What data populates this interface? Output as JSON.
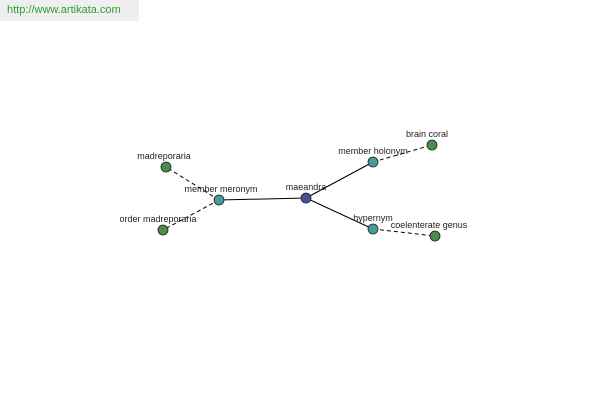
{
  "watermark": {
    "url": "http://www.artikata.com"
  },
  "graph": {
    "colors": {
      "root": "#4b4f96",
      "relation": "#4a9a9c",
      "leaf": "#4a8a4a",
      "edge": "#000000",
      "stroke": "#222222"
    },
    "nodes": {
      "root": "maeandra",
      "member_meronym": "member meronym",
      "member_holonym": "member holonym",
      "hypernym": "hypernym",
      "madreporaria": "madreporaria",
      "order_madreporaria": "order madreporaria",
      "brain_coral": "brain coral",
      "coelenterate_genus": "coelenterate genus"
    }
  }
}
